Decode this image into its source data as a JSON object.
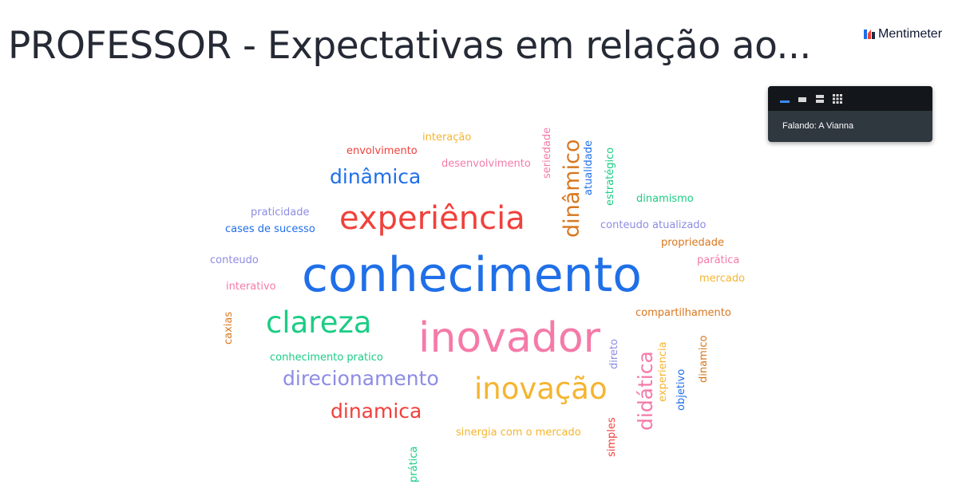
{
  "header": {
    "title": "PROFESSOR - Expectativas em relação ao...",
    "brand": "Mentimeter",
    "brand_icon": "mentimeter-logo-icon"
  },
  "presenter_panel": {
    "speaker_text": "Falando: A Vianna",
    "layout_icons": [
      "layout-minimal-icon",
      "layout-small-icon",
      "layout-split-icon",
      "layout-grid-icon"
    ]
  },
  "colors": {
    "blue": "#1f6fe8",
    "red": "#f0413c",
    "orange": "#d9771f",
    "yellow": "#f5b430",
    "pink": "#f57aa8",
    "green": "#1bcd84",
    "lavender": "#8d8ce4",
    "title": "#252a35"
  },
  "word_cloud": {
    "words": [
      "conhecimento",
      "inovador",
      "experiência",
      "inovação",
      "clareza",
      "dinâmico",
      "didática",
      "dinâmica",
      "direcionamento",
      "dinamica",
      "interação",
      "envolvimento",
      "desenvolvimento",
      "seriedade",
      "atualidade",
      "estratégico",
      "dinamismo",
      "praticidade",
      "cases de sucesso",
      "conteudo atualizado",
      "propriedade",
      "conteudo",
      "parática",
      "interativo",
      "mercado",
      "compartilhamento",
      "caxias",
      "conhecimento pratico",
      "direto",
      "experiencia",
      "dinamico",
      "objetivo",
      "simples",
      "sinergia com o mercado",
      "prática"
    ]
  }
}
